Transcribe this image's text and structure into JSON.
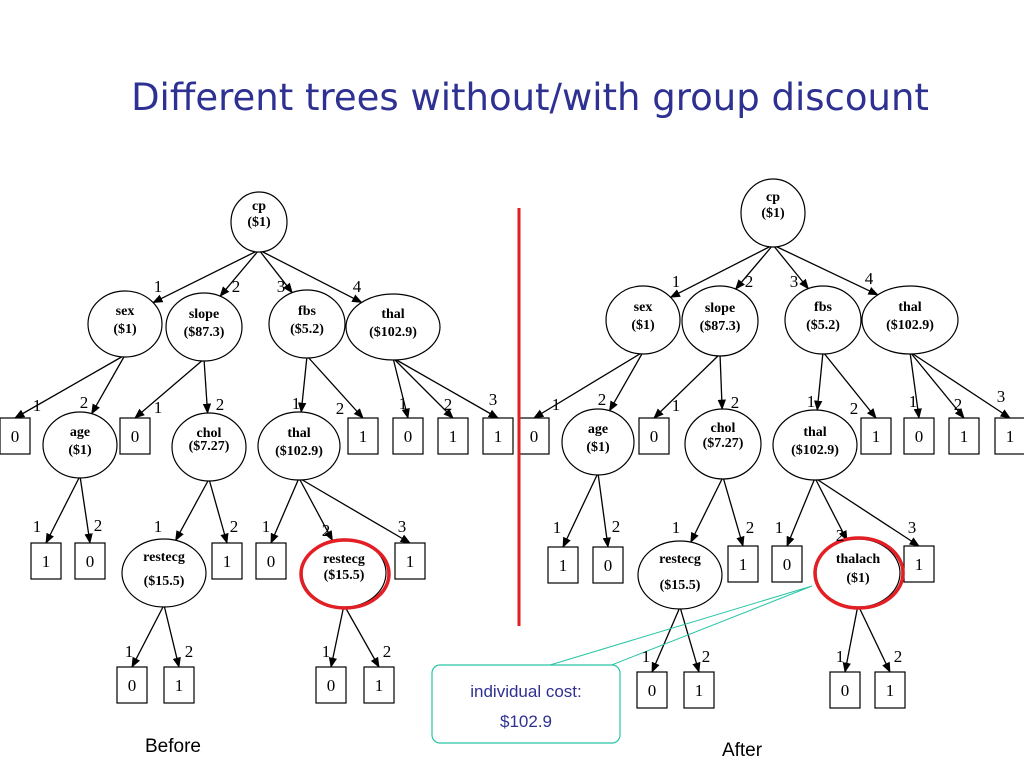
{
  "title": "Different trees without/with group discount",
  "captions": {
    "before": "Before",
    "after": "After"
  },
  "callout": {
    "line1": "individual cost:",
    "line2": "$102.9"
  },
  "colors": {
    "title": "#2e3192",
    "divider": "#e31e24",
    "highlight": "#e31e24",
    "callout_border": "#29c5a5"
  },
  "before_tree": {
    "nodes": {
      "cp": [
        "cp",
        "($1)"
      ],
      "sex": [
        "sex",
        "($1)"
      ],
      "slope": [
        "slope",
        "($87.3)"
      ],
      "fbs": [
        "fbs",
        "($5.2)"
      ],
      "thal": [
        "thal",
        "($102.9)"
      ],
      "age": [
        "age",
        "($1)"
      ],
      "chol": [
        "chol",
        "($7.27)"
      ],
      "thal2": [
        "thal",
        "($102.9)"
      ],
      "restecg": [
        "restecg",
        "($15.5)"
      ],
      "restecg2": [
        "restecg",
        "($15.5)"
      ]
    },
    "leaves": {
      "sex_1": "0",
      "slope_1": "0",
      "fbs_2": "1",
      "thal_1": "0",
      "thal_2": "1",
      "thal_3": "1",
      "age_1": "1",
      "age_2": "0",
      "chol_2": "1",
      "thal2_1": "0",
      "thal2_3": "1",
      "restecg_1": "0",
      "restecg_2": "1",
      "restecg2_1": "0",
      "restecg2_2": "1"
    },
    "edge_labels": {
      "cp_1": "1",
      "cp_2": "2",
      "cp_3": "3",
      "cp_4": "4",
      "sex_1": "1",
      "sex_2": "2",
      "slope_1": "1",
      "slope_2": "2",
      "fbs_1": "1",
      "fbs_2": "2",
      "thal_1": "1",
      "thal_2": "2",
      "thal_3": "3",
      "age_1": "1",
      "age_2": "2",
      "chol_1": "1",
      "chol_2": "2",
      "thal2_1": "1",
      "thal2_2": "2",
      "thal2_3": "3",
      "restecg_1": "1",
      "restecg_2": "2",
      "restecg2_1": "1",
      "restecg2_2": "2"
    }
  },
  "after_tree": {
    "nodes": {
      "cp": [
        "cp",
        "($1)"
      ],
      "sex": [
        "sex",
        "($1)"
      ],
      "slope": [
        "slope",
        "($87.3)"
      ],
      "fbs": [
        "fbs",
        "($5.2)"
      ],
      "thal": [
        "thal",
        "($102.9)"
      ],
      "age": [
        "age",
        "($1)"
      ],
      "chol": [
        "chol",
        "($7.27)"
      ],
      "thal2": [
        "thal",
        "($102.9)"
      ],
      "restecg": [
        "restecg",
        "($15.5)"
      ],
      "thalach": [
        "thalach",
        "($1)"
      ]
    },
    "leaves": {
      "sex_1": "0",
      "slope_1": "0",
      "fbs_2": "1",
      "thal_1": "0",
      "thal_2": "1",
      "thal_3": "1",
      "age_1": "1",
      "age_2": "0",
      "chol_2": "1",
      "thal2_1": "0",
      "thal2_3": "1",
      "restecg_1": "0",
      "restecg_2": "1",
      "thalach_1": "0",
      "thalach_2": "1"
    },
    "edge_labels": {
      "cp_1": "1",
      "cp_2": "2",
      "cp_3": "3",
      "cp_4": "4",
      "sex_1": "1",
      "sex_2": "2",
      "slope_1": "1",
      "slope_2": "2",
      "fbs_1": "1",
      "fbs_2": "2",
      "thal_1": "1",
      "thal_2": "2",
      "thal_3": "3",
      "age_1": "1",
      "age_2": "2",
      "chol_1": "1",
      "chol_2": "2",
      "thal2_1": "1",
      "thal2_2": "2",
      "thal2_3": "3",
      "restecg_1": "1",
      "restecg_2": "2",
      "thalach_1": "1",
      "thalach_2": "2"
    }
  }
}
